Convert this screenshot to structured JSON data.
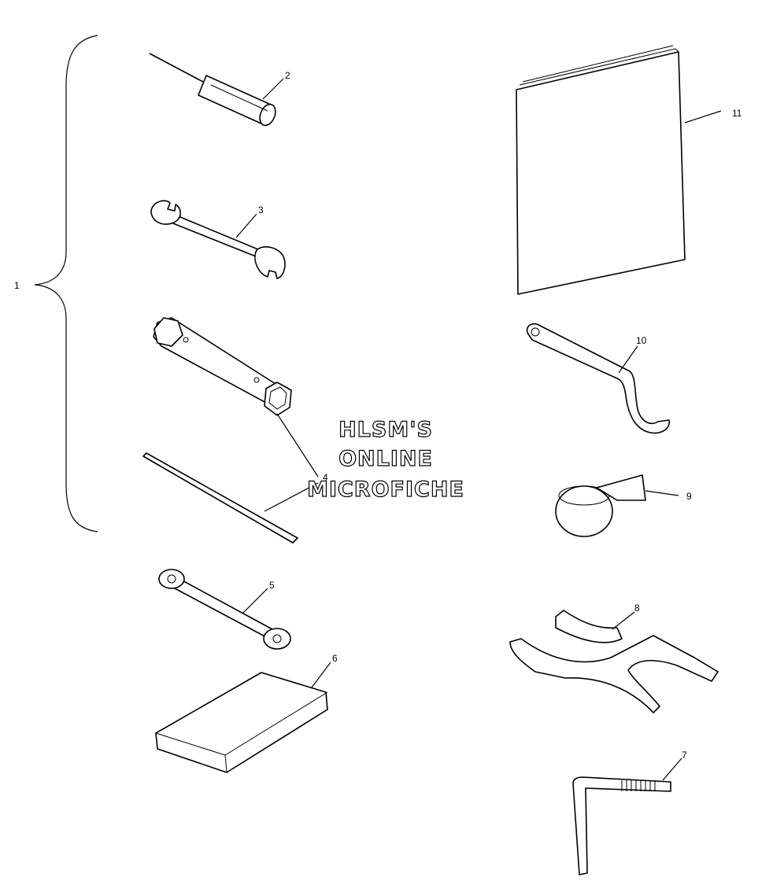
{
  "watermark": {
    "line1": "HLSM'S",
    "line2": "ONLINE",
    "line3": "MICROFICHE"
  },
  "callouts": {
    "c1": "1",
    "c2": "2",
    "c3": "3",
    "c4": "4",
    "c5": "5",
    "c6": "6",
    "c7": "7",
    "c8": "8",
    "c9": "9",
    "c10": "10",
    "c11": "11"
  }
}
